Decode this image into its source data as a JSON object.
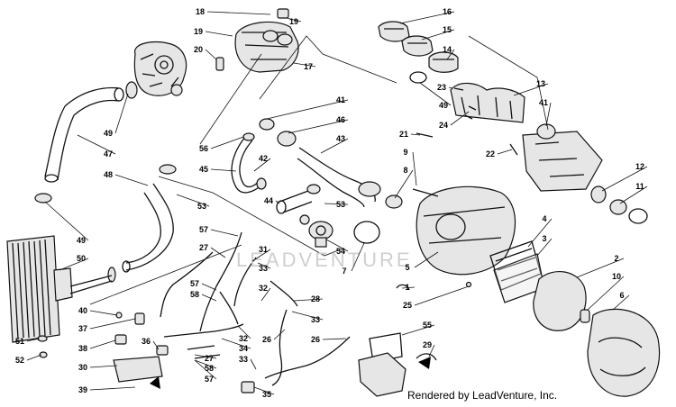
{
  "watermark": "LEADVENTURE",
  "footer": "Rendered by LeadVenture, Inc.",
  "callouts": [
    {
      "id": "c18",
      "label": "18"
    },
    {
      "id": "c19a",
      "label": "19"
    },
    {
      "id": "c19b",
      "label": "19"
    },
    {
      "id": "c20",
      "label": "20"
    },
    {
      "id": "c17",
      "label": "17"
    },
    {
      "id": "c16",
      "label": "16"
    },
    {
      "id": "c15",
      "label": "15"
    },
    {
      "id": "c14",
      "label": "14"
    },
    {
      "id": "c13",
      "label": "13"
    },
    {
      "id": "c23",
      "label": "23"
    },
    {
      "id": "c49a",
      "label": "49"
    },
    {
      "id": "c41a",
      "label": "41"
    },
    {
      "id": "c24",
      "label": "24"
    },
    {
      "id": "c41b",
      "label": "41"
    },
    {
      "id": "c46",
      "label": "46"
    },
    {
      "id": "c21",
      "label": "21"
    },
    {
      "id": "c43",
      "label": "43"
    },
    {
      "id": "c56",
      "label": "56"
    },
    {
      "id": "c22",
      "label": "22"
    },
    {
      "id": "c42",
      "label": "42"
    },
    {
      "id": "c45",
      "label": "45"
    },
    {
      "id": "c49b",
      "label": "49"
    },
    {
      "id": "c47",
      "label": "47"
    },
    {
      "id": "c48",
      "label": "48"
    },
    {
      "id": "c9",
      "label": "9"
    },
    {
      "id": "c8",
      "label": "8"
    },
    {
      "id": "c12",
      "label": "12"
    },
    {
      "id": "c11",
      "label": "11"
    },
    {
      "id": "c44",
      "label": "44"
    },
    {
      "id": "c53a",
      "label": "53"
    },
    {
      "id": "c53b",
      "label": "53"
    },
    {
      "id": "c4",
      "label": "4"
    },
    {
      "id": "c57a",
      "label": "57"
    },
    {
      "id": "c27a",
      "label": "27"
    },
    {
      "id": "c31",
      "label": "31"
    },
    {
      "id": "c49c",
      "label": "49"
    },
    {
      "id": "c54",
      "label": "54"
    },
    {
      "id": "c3",
      "label": "3"
    },
    {
      "id": "c50",
      "label": "50"
    },
    {
      "id": "c33a",
      "label": "33"
    },
    {
      "id": "c7",
      "label": "7"
    },
    {
      "id": "c5",
      "label": "5"
    },
    {
      "id": "c2",
      "label": "2"
    },
    {
      "id": "c10",
      "label": "10"
    },
    {
      "id": "c57b",
      "label": "57"
    },
    {
      "id": "c58a",
      "label": "58"
    },
    {
      "id": "c32a",
      "label": "32"
    },
    {
      "id": "c28",
      "label": "28"
    },
    {
      "id": "c1",
      "label": "1"
    },
    {
      "id": "c6",
      "label": "6"
    },
    {
      "id": "c40",
      "label": "40"
    },
    {
      "id": "c25",
      "label": "25"
    },
    {
      "id": "c37",
      "label": "37"
    },
    {
      "id": "c33b",
      "label": "33"
    },
    {
      "id": "c55",
      "label": "55"
    },
    {
      "id": "c32b",
      "label": "32"
    },
    {
      "id": "c51",
      "label": "51"
    },
    {
      "id": "c38",
      "label": "38"
    },
    {
      "id": "c36",
      "label": "36"
    },
    {
      "id": "c34",
      "label": "34"
    },
    {
      "id": "c26a",
      "label": "26"
    },
    {
      "id": "c26b",
      "label": "26"
    },
    {
      "id": "c29",
      "label": "29"
    },
    {
      "id": "c52",
      "label": "52"
    },
    {
      "id": "c27b",
      "label": "27"
    },
    {
      "id": "c58b",
      "label": "58"
    },
    {
      "id": "c30",
      "label": "30"
    },
    {
      "id": "c57c",
      "label": "57"
    },
    {
      "id": "c33c",
      "label": "33"
    },
    {
      "id": "c39",
      "label": "39"
    },
    {
      "id": "c35",
      "label": "35"
    }
  ]
}
